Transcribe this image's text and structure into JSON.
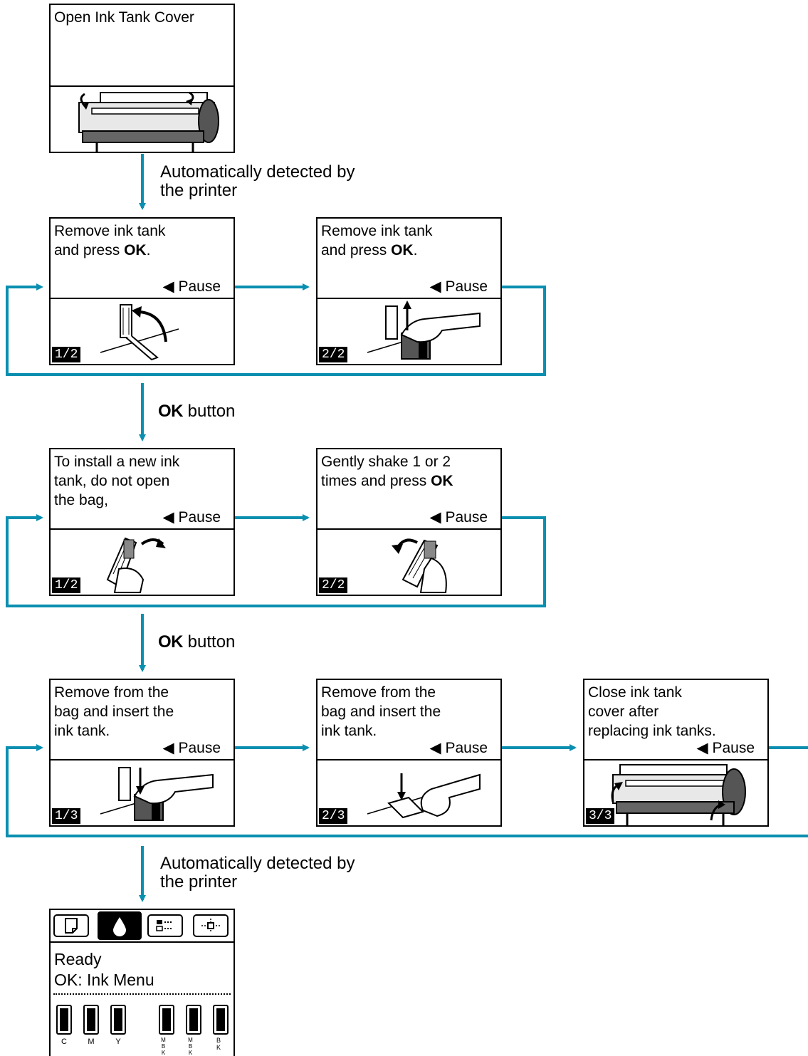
{
  "colors": {
    "flow_line": "#0a8fb0"
  },
  "panels": {
    "open_cover": {
      "text": "Open Ink Tank Cover"
    },
    "remove_1": {
      "line1": "Remove ink tank",
      "line2a": "and press ",
      "ok": "OK",
      "line2b": ".",
      "pause": "◀ Pause",
      "page": "1/2"
    },
    "remove_2": {
      "line1": "Remove ink tank",
      "line2a": "and press ",
      "ok": "OK",
      "line2b": ".",
      "pause": "◀ Pause",
      "page": "2/2"
    },
    "install_1": {
      "text": "To install a new ink\ntank, do not open\nthe bag,",
      "pause": "◀ Pause",
      "page": "1/2"
    },
    "install_2": {
      "line1": "Gently shake 1 or 2",
      "line2a": "times and press ",
      "ok": "OK",
      "pause": "◀ Pause",
      "page": "2/2"
    },
    "insert_1": {
      "text": "Remove from the\nbag and insert the\nink tank.",
      "pause": "◀ Pause",
      "page": "1/3"
    },
    "insert_2": {
      "text": "Remove from the\nbag and insert the\nink tank.",
      "pause": "◀ Pause",
      "page": "2/3"
    },
    "insert_3": {
      "text": "Close ink tank\ncover after\nreplacing ink tanks.",
      "pause": "◀ Pause",
      "page": "3/3"
    },
    "ready": {
      "status1": "Ready",
      "status2": "OK: Ink Menu",
      "inks": [
        "C",
        "M",
        "Y",
        "MBK",
        "MBK",
        "BK"
      ]
    }
  },
  "transitions": {
    "auto_1": "Automatically detected by\nthe printer",
    "ok_1_bold": "OK",
    "ok_1_rest": " button",
    "ok_2_bold": "OK",
    "ok_2_rest": " button",
    "auto_2": "Automatically detected by\nthe printer"
  }
}
